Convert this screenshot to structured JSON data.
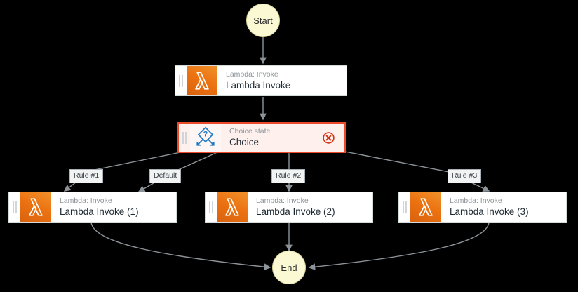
{
  "graph": {
    "background_color": "#000000",
    "edge_color": "#8d9499",
    "accent_lambda": "#ec7211",
    "accent_choice": "#1f78c1",
    "error_color": "#d13212",
    "terminal_fill": "#fbf8d4"
  },
  "start_node": {
    "label": "Start",
    "icon": "start-circle-icon"
  },
  "end_node": {
    "label": "End",
    "icon": "end-circle-icon"
  },
  "nodes": [
    {
      "id": "lambda-invoke",
      "subtitle": "Lambda: Invoke",
      "title": "Lambda Invoke",
      "icon": "lambda-icon",
      "state": "normal"
    },
    {
      "id": "choice",
      "subtitle": "Choice state",
      "title": "Choice",
      "icon": "choice-icon",
      "state": "error",
      "badge": "error-circle-x-icon"
    },
    {
      "id": "lambda-invoke-1",
      "subtitle": "Lambda: Invoke",
      "title": "Lambda Invoke (1)",
      "icon": "lambda-icon",
      "state": "normal"
    },
    {
      "id": "lambda-invoke-2",
      "subtitle": "Lambda: Invoke",
      "title": "Lambda Invoke (2)",
      "icon": "lambda-icon",
      "state": "normal"
    },
    {
      "id": "lambda-invoke-3",
      "subtitle": "Lambda: Invoke",
      "title": "Lambda Invoke (3)",
      "icon": "lambda-icon",
      "state": "normal"
    }
  ],
  "edge_labels": [
    {
      "id": "rule-1",
      "text": "Rule #1"
    },
    {
      "id": "default",
      "text": "Default"
    },
    {
      "id": "rule-2",
      "text": "Rule #2"
    },
    {
      "id": "rule-3",
      "text": "Rule #3"
    }
  ]
}
